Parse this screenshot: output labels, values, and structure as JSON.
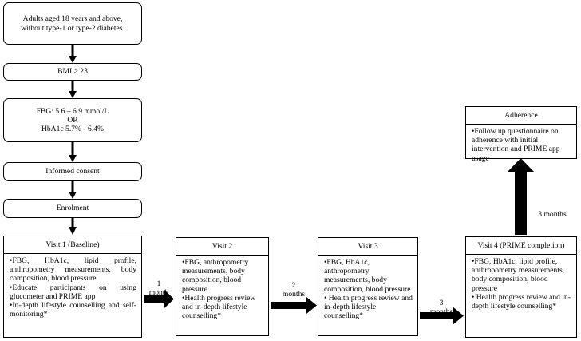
{
  "flowchart": {
    "eligibility_boxes": [
      {
        "lines": [
          "Adults aged 18 years and above,",
          "without type-1 or type-2 diabetes."
        ]
      },
      {
        "lines": [
          "BMI ≥ 23"
        ]
      },
      {
        "lines": [
          "FBG: 5.6 – 6.9 mmol/L",
          "OR",
          "HbA1c 5.7% - 6.4%"
        ]
      },
      {
        "lines": [
          "Informed consent"
        ]
      },
      {
        "lines": [
          "Enrolment"
        ]
      }
    ],
    "visits": [
      {
        "title": "Visit 1 (Baseline)",
        "items": [
          "•FBG, HbA1c, lipid profile, anthropometry measurements, body composition, blood pressure",
          "•Educate participants on using glucometer and PRIME app",
          "•In-depth lifestyle counselling and self-monitoring*"
        ]
      },
      {
        "title": "Visit 2",
        "items": [
          "•FBG, anthropometry measurements, body composition, blood pressure",
          "•Health progress review and in-depth lifestyle counselling*"
        ]
      },
      {
        "title": "Visit 3",
        "items": [
          "•FBG, HbA1c, anthropometry measurements, body composition, blood pressure",
          "• Health progress review and in-depth lifestyle counselling*"
        ]
      },
      {
        "title": "Visit 4 (PRIME completion)",
        "items": [
          "•FBG, HbA1c, lipid profile, anthropometry measurements, body composition, blood pressure",
          "• Health progress review and in-depth lifestyle counselling*"
        ]
      }
    ],
    "adherence": {
      "title": "Adherence",
      "items": [
        "•Follow up questionnaire on adherence with initial intervention and PRIME app usage"
      ]
    },
    "intervals": {
      "v1_v2": [
        "1",
        "month"
      ],
      "v2_v3": [
        "2",
        "months"
      ],
      "v3_v4": [
        "3",
        "months"
      ],
      "v4_adherence": [
        "3 months"
      ]
    },
    "colors": {
      "stroke": "#000000",
      "fill": "#ffffff"
    }
  }
}
